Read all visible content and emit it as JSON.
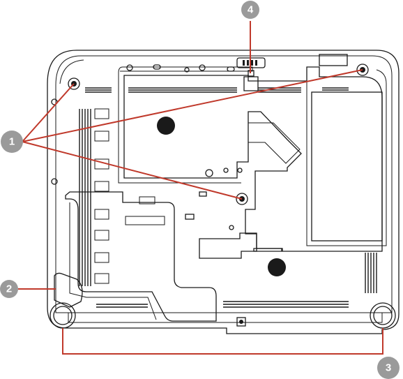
{
  "callouts": [
    {
      "id": "1",
      "label": "1"
    },
    {
      "id": "2",
      "label": "2"
    },
    {
      "id": "3",
      "label": "3"
    },
    {
      "id": "4",
      "label": "4"
    }
  ],
  "colors": {
    "leader": "#c0392b",
    "callout": "#9a9a9a",
    "line": "#1a1a1a"
  },
  "subject": "projector-bottom-view"
}
